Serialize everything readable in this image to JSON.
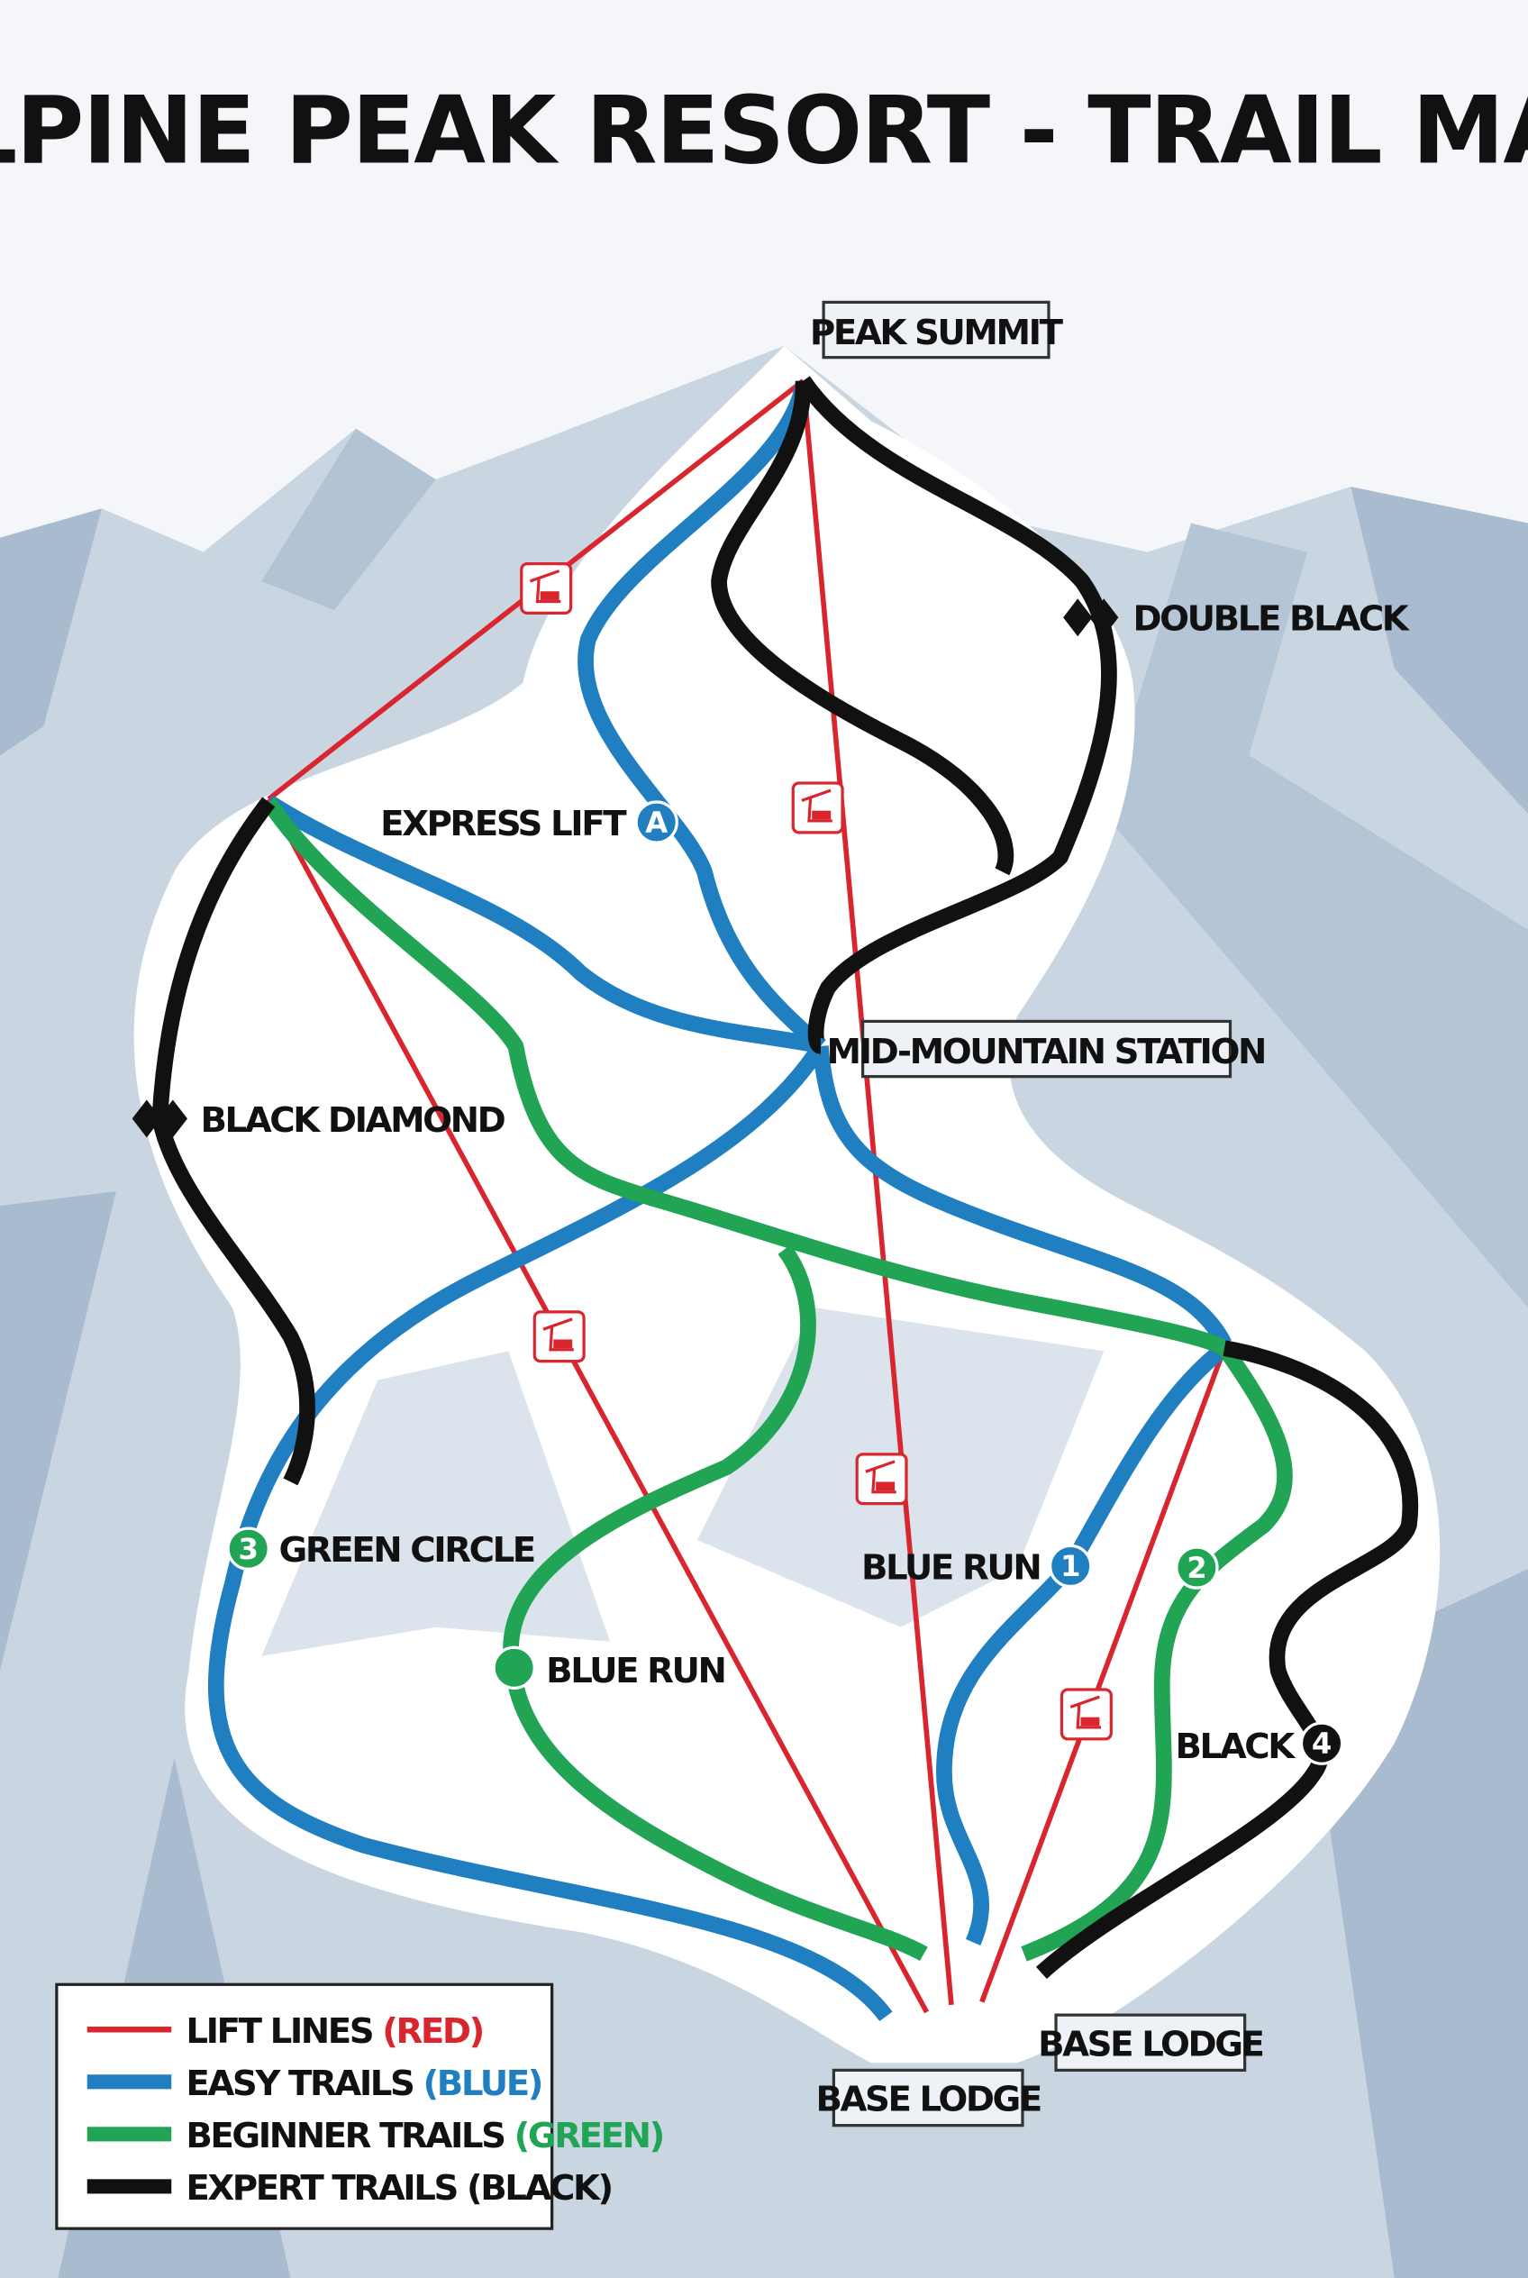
{
  "title": "ALPINE PEAK RESORT - TRAIL MAP",
  "colors": {
    "lift": "#d9262e",
    "easy": "#1f7fc1",
    "beginner": "#22a455",
    "expert": "#111111",
    "snow": "#f4f6f9",
    "mountain": "#c7d3df",
    "mountain_dark": "#a9bccf"
  },
  "stations": {
    "summit": "PEAK SUMMIT",
    "mid": "MID-MOUNTAIN STATION",
    "base_left": "BASE LODGE",
    "base_right": "BASE LODGE"
  },
  "trail_labels": {
    "double_black": "DOUBLE BLACK",
    "express_lift": "EXPRESS LIFT",
    "express_lift_marker": "A",
    "black_diamond": "BLACK DIAMOND",
    "green_circle": "GREEN CIRCLE",
    "green_circle_marker": "3",
    "blue_run_left": "BLUE RUN",
    "blue_run_right": "BLUE RUN",
    "blue_run_marker": "1",
    "green_marker": "2",
    "black": "BLACK",
    "black_marker": "4"
  },
  "legend": [
    {
      "label": "LIFT LINES",
      "paren": "(RED)",
      "color": "#d9262e",
      "paren_color": "#d9262e"
    },
    {
      "label": "EASY TRAILS",
      "paren": "(BLUE)",
      "color": "#1f7fc1",
      "paren_color": "#1f7fc1"
    },
    {
      "label": "BEGINNER TRAILS",
      "paren": "(GREEN)",
      "color": "#22a455",
      "paren_color": "#22a455"
    },
    {
      "label": "EXPERT TRAILS",
      "paren": "(BLACK)",
      "color": "#111111",
      "paren_color": "#111111"
    }
  ],
  "icons": [
    "chairlift-icon",
    "double-black-diamond-icon",
    "trail-marker-icon"
  ]
}
